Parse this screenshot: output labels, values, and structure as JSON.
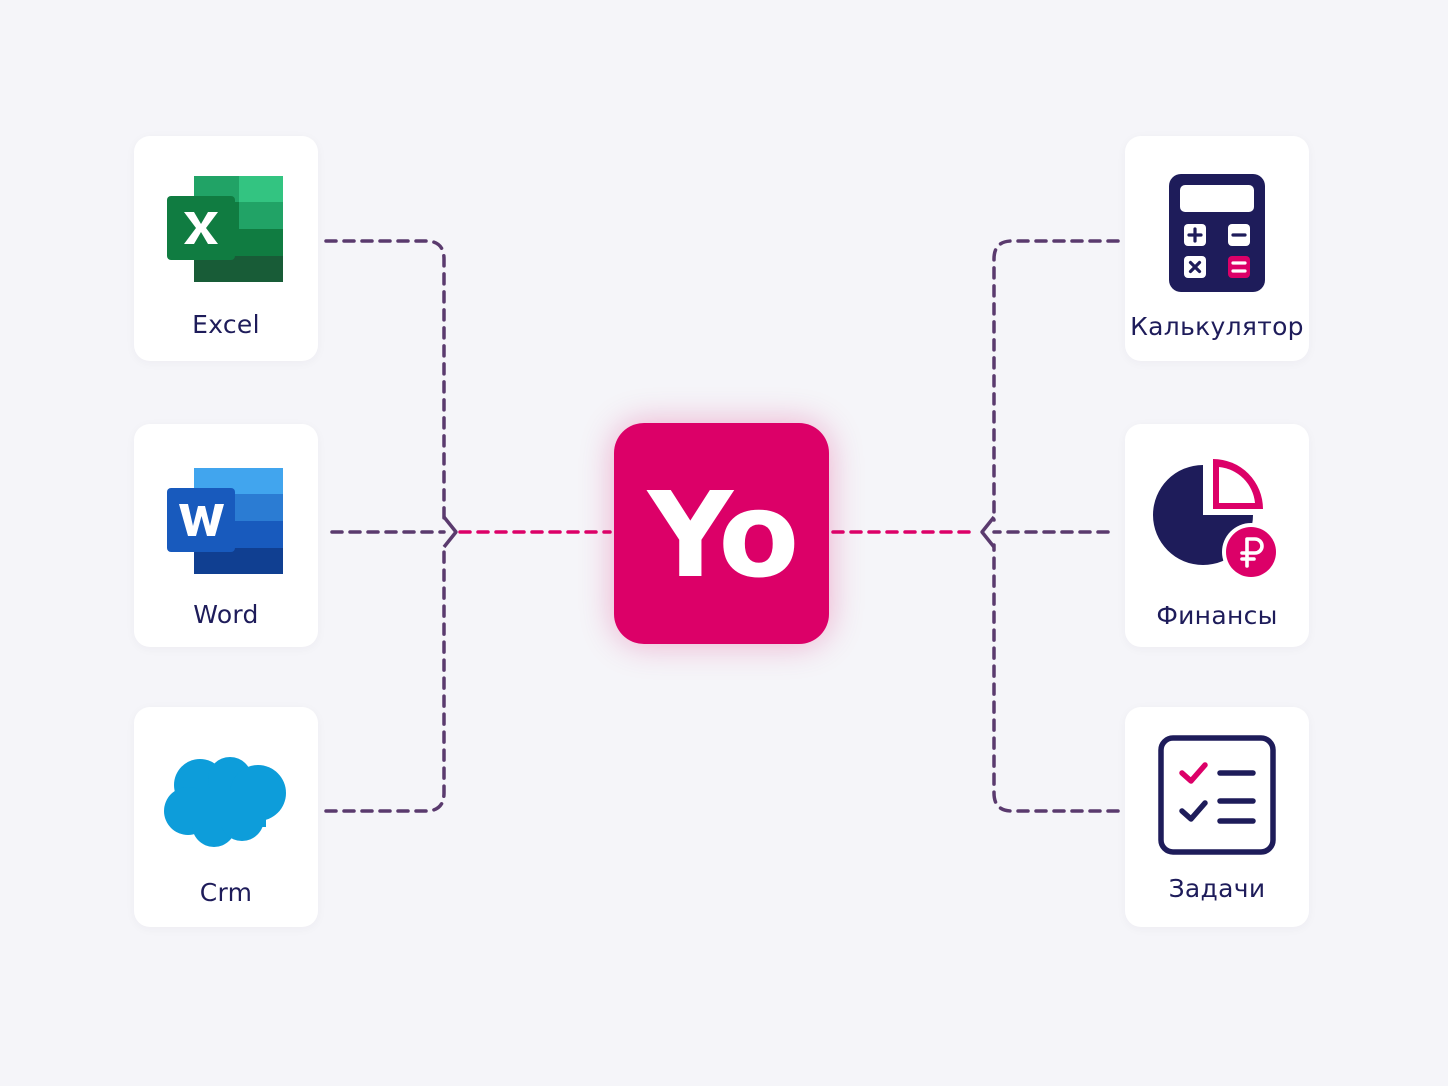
{
  "hub": {
    "label": "Yo"
  },
  "sources": [
    {
      "label": "Excel",
      "icon": "excel-icon"
    },
    {
      "label": "Word",
      "icon": "word-icon"
    },
    {
      "label": "Crm",
      "icon": "cloud-icon"
    }
  ],
  "targets": [
    {
      "label": "Калькулятор",
      "icon": "calculator-icon"
    },
    {
      "label": "Финансы",
      "icon": "pie-chart-ruble-icon"
    },
    {
      "label": "Задачи",
      "icon": "checklist-icon"
    }
  ],
  "colors": {
    "background": "#f5f5f9",
    "accent": "#dc0068",
    "connector": "#5a3a6e",
    "navy": "#1e1c5a"
  }
}
